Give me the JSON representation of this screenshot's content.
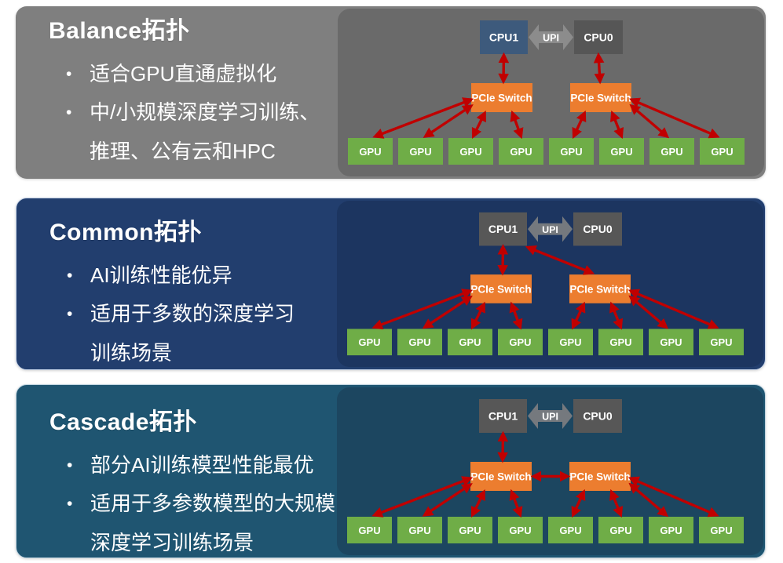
{
  "glyphs": {
    "bullet": "•"
  },
  "shared_colors": {
    "pcie_switch": "#EC7D2F",
    "gpu": "#6FAD47",
    "arrow": "#C00000",
    "label_text": "#FFFFFF"
  },
  "panels": [
    {
      "id": "balance",
      "title": "Balance拓扑",
      "bullets": [
        {
          "lines": [
            "适合GPU直通虚拟化"
          ]
        },
        {
          "lines": [
            "中/小规模深度学习训练、",
            "推理、公有云和HPC"
          ]
        }
      ],
      "colors": {
        "panel_bg": "#7F7F7F",
        "diagram_bg": "#6A6A6A",
        "cpu1": "#3D5A7C",
        "cpu0": "#565656",
        "upi": "#8C8C8C"
      },
      "diagram": {
        "nodes": {
          "cpu1": "CPU1",
          "cpu0": "CPU0",
          "upi": "UPI",
          "sw1": "PCIe Switch",
          "sw2": "PCIe Switch",
          "gpus": [
            "GPU",
            "GPU",
            "GPU",
            "GPU",
            "GPU",
            "GPU",
            "GPU",
            "GPU"
          ]
        },
        "links": [
          {
            "from": "cpu1",
            "to": "sw1"
          },
          {
            "from": "cpu0",
            "to": "sw2"
          },
          {
            "from": "sw1",
            "to": "gpu0"
          },
          {
            "from": "sw1",
            "to": "gpu1"
          },
          {
            "from": "sw1",
            "to": "gpu2"
          },
          {
            "from": "sw1",
            "to": "gpu3"
          },
          {
            "from": "sw2",
            "to": "gpu4"
          },
          {
            "from": "sw2",
            "to": "gpu5"
          },
          {
            "from": "sw2",
            "to": "gpu6"
          },
          {
            "from": "sw2",
            "to": "gpu7"
          }
        ]
      }
    },
    {
      "id": "common",
      "title": "Common拓扑",
      "bullets": [
        {
          "lines": [
            "AI训练性能优异"
          ]
        },
        {
          "lines": [
            "适用于多数的深度学习",
            "训练场景"
          ]
        }
      ],
      "colors": {
        "panel_bg": "#223E6E",
        "diagram_bg": "#1C3560",
        "cpu1": "#575757",
        "cpu0": "#575757",
        "upi": "#75797E"
      },
      "diagram": {
        "nodes": {
          "cpu1": "CPU1",
          "cpu0": "CPU0",
          "upi": "UPI",
          "sw1": "PCIe Switch",
          "sw2": "PCIe Switch",
          "gpus": [
            "GPU",
            "GPU",
            "GPU",
            "GPU",
            "GPU",
            "GPU",
            "GPU",
            "GPU"
          ]
        },
        "links": [
          {
            "from": "cpu1",
            "to": "sw1"
          },
          {
            "from": "cpu1",
            "to": "sw2"
          },
          {
            "from": "sw1",
            "to": "gpu0"
          },
          {
            "from": "sw1",
            "to": "gpu1"
          },
          {
            "from": "sw1",
            "to": "gpu2"
          },
          {
            "from": "sw1",
            "to": "gpu3"
          },
          {
            "from": "sw2",
            "to": "gpu4"
          },
          {
            "from": "sw2",
            "to": "gpu5"
          },
          {
            "from": "sw2",
            "to": "gpu6"
          },
          {
            "from": "sw2",
            "to": "gpu7"
          }
        ]
      }
    },
    {
      "id": "cascade",
      "title": "Cascade拓扑",
      "bullets": [
        {
          "lines": [
            "部分AI训练模型性能最优"
          ]
        },
        {
          "lines": [
            "适用于多参数模型的大规模",
            "深度学习训练场景"
          ]
        }
      ],
      "colors": {
        "panel_bg": "#1F5571",
        "diagram_bg": "#1C4660",
        "cpu1": "#575757",
        "cpu0": "#575757",
        "upi": "#75797E"
      },
      "diagram": {
        "nodes": {
          "cpu1": "CPU1",
          "cpu0": "CPU0",
          "upi": "UPI",
          "sw1": "PCIe Switch",
          "sw2": "PCIe Switch",
          "gpus": [
            "GPU",
            "GPU",
            "GPU",
            "GPU",
            "GPU",
            "GPU",
            "GPU",
            "GPU"
          ]
        },
        "links": [
          {
            "from": "cpu1",
            "to": "sw1"
          },
          {
            "from": "sw1",
            "to": "sw2"
          },
          {
            "from": "sw1",
            "to": "gpu0"
          },
          {
            "from": "sw1",
            "to": "gpu1"
          },
          {
            "from": "sw1",
            "to": "gpu2"
          },
          {
            "from": "sw1",
            "to": "gpu3"
          },
          {
            "from": "sw2",
            "to": "gpu4"
          },
          {
            "from": "sw2",
            "to": "gpu5"
          },
          {
            "from": "sw2",
            "to": "gpu6"
          },
          {
            "from": "sw2",
            "to": "gpu7"
          }
        ]
      }
    }
  ]
}
